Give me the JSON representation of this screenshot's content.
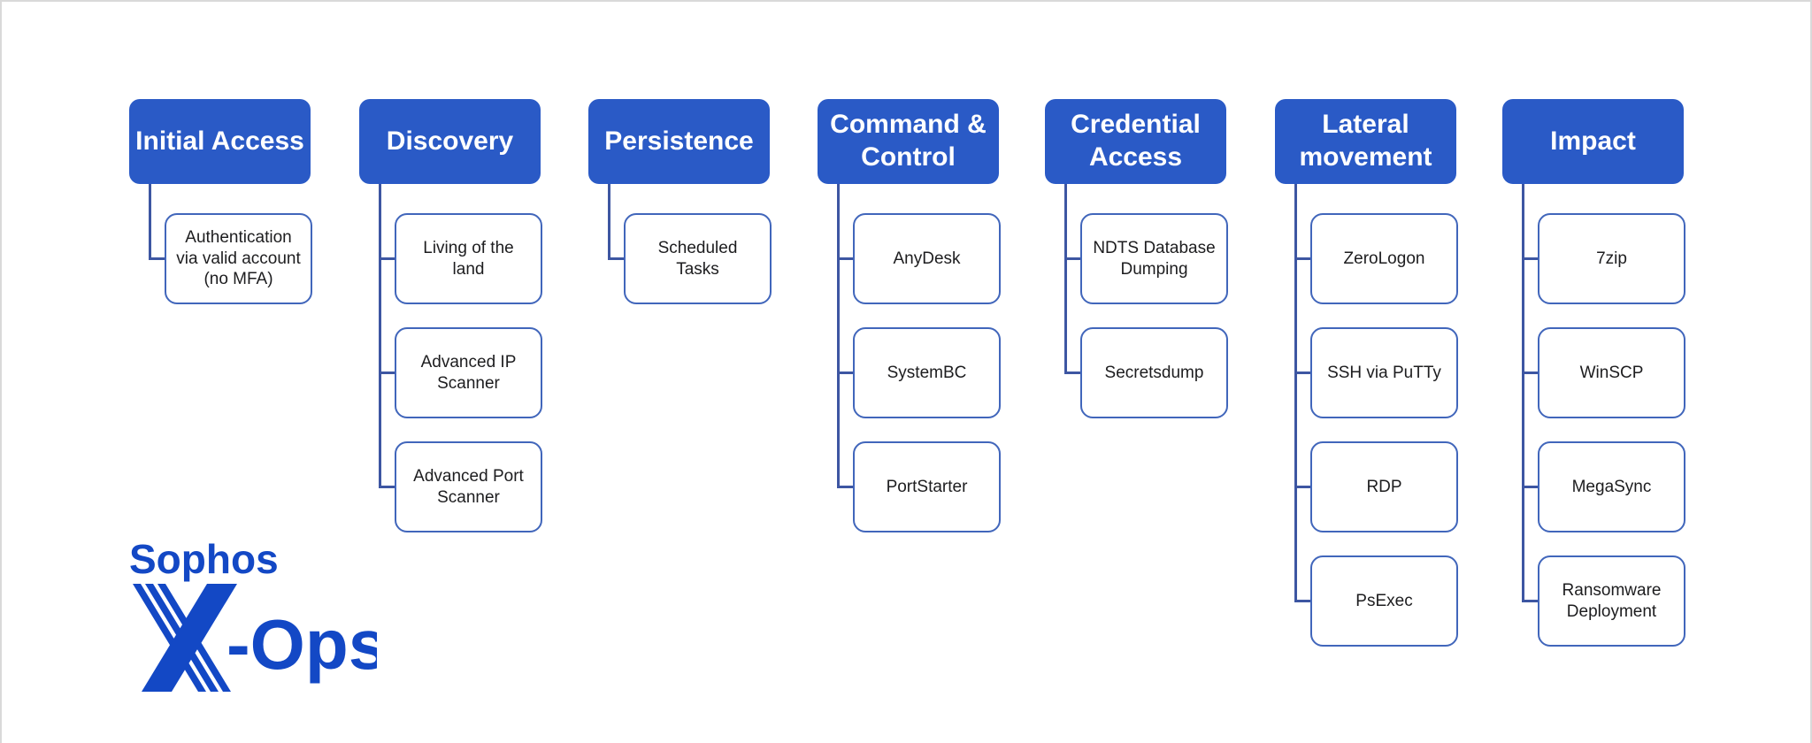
{
  "diagram": {
    "title_hint": "Attack flow stages",
    "colors": {
      "stage_bg": "#2a5ac6",
      "stage_text": "#ffffff",
      "box_border": "#4166bb",
      "box_text": "#1d1d1f",
      "connector": "#3d56a2",
      "page_border": "#d9d9d9",
      "logo_blue": "#1348c5"
    },
    "columns": [
      {
        "id": "initial-access",
        "title": "Initial Access",
        "items": [
          "Authentication via valid account (no MFA)"
        ]
      },
      {
        "id": "discovery",
        "title": "Discovery",
        "items": [
          "Living of the land",
          "Advanced IP Scanner",
          "Advanced Port Scanner"
        ]
      },
      {
        "id": "persistence",
        "title": "Persistence",
        "items": [
          "Scheduled Tasks"
        ]
      },
      {
        "id": "command-and-control",
        "title": "Command & Control",
        "items": [
          "AnyDesk",
          "SystemBC",
          "PortStarter"
        ]
      },
      {
        "id": "credential-access",
        "title": "Credential Access",
        "items": [
          "NDTS Database Dumping",
          "Secretsdump"
        ]
      },
      {
        "id": "lateral-movement",
        "title": "Lateral movement",
        "items": [
          "ZeroLogon",
          "SSH via PuTTy",
          "RDP",
          "PsExec"
        ]
      },
      {
        "id": "impact",
        "title": "Impact",
        "items": [
          "7zip",
          "WinSCP",
          "MegaSync",
          "Ransomware Deployment"
        ]
      }
    ],
    "logo": {
      "brand": "Sophos",
      "suffix": "-Ops"
    }
  }
}
